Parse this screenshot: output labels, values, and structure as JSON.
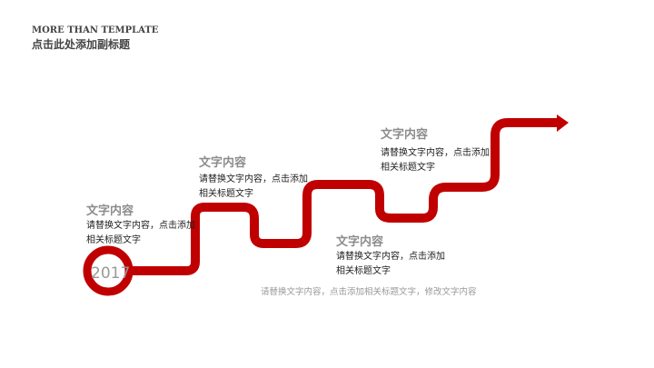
{
  "header": {
    "kicker": "MORE THAN TEMPLATE",
    "subtitle": "点击此处添加副标题"
  },
  "year": "2017",
  "accent": "#c00000",
  "steps": [
    {
      "title": "文字内容",
      "body": "请替换文字内容，点击添加相关标题文字"
    },
    {
      "title": "文字内容",
      "body": "请替换文字内容，点击添加相关标题文字"
    },
    {
      "title": "文字内容",
      "body": "请替换文字内容，点击添加相关标题文字"
    },
    {
      "title": "文字内容",
      "body": "请替换文字内容，点击添加相关标题文字"
    }
  ],
  "footer": "请替换文字内容，点击添加相关标题文字，修改文字内容"
}
